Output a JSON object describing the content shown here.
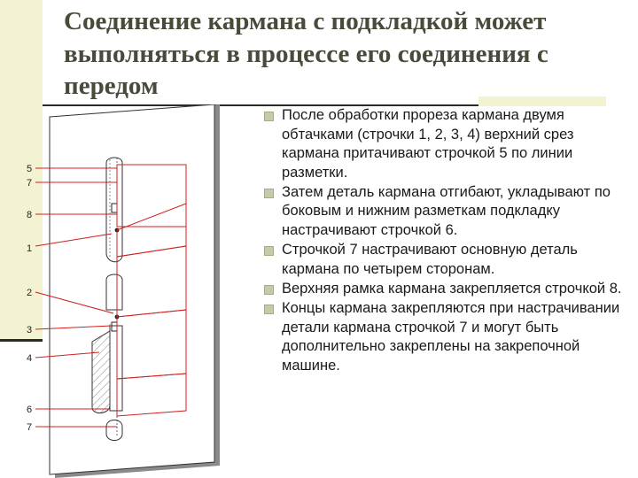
{
  "colors": {
    "accent_band": "#f3f3d2",
    "rule": "#2a2a20",
    "title_text": "#4a4a3a",
    "bullet": "#c8c8ac",
    "figure_lines": "#d02020"
  },
  "slide": {
    "title": "Соединение кармана с подкладкой может выполняться в процессе его соединения с передом",
    "bullets": [
      "После обработки прореза кармана двумя обтачками (строчки 1, 2, 3, 4) верхний срез кармана притачивают строчкой 5 по линии разметки.",
      "Затем деталь кармана отгибают, укладывают по боковым и нижним разметкам подкладку настрачивают строчкой 6.",
      "Строчкой 7 настрачивают основную деталь кармана по четырем сторонам.",
      "Верхняя рамка кармана закрепляется строчкой 8.",
      "Концы кармана закрепляются при настрачивании детали кармана строчкой 7 и могут быть дополнительно закреплены на закрепочной машине."
    ]
  },
  "figure": {
    "labels": [
      "5",
      "7",
      "8",
      "1",
      "2",
      "3",
      "4",
      "6",
      "7"
    ]
  }
}
